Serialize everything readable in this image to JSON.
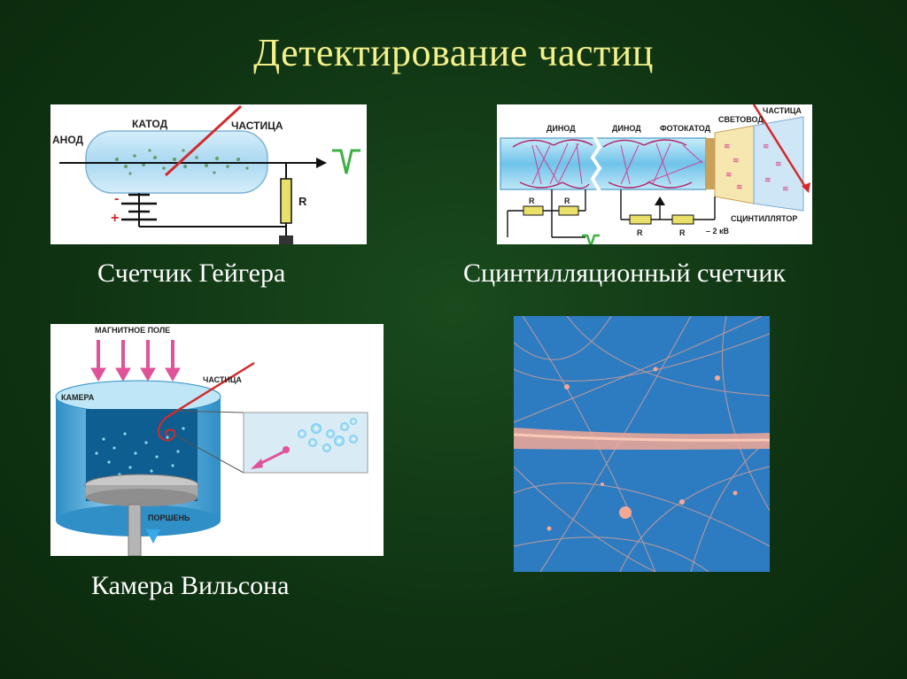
{
  "title": "Детектирование частиц",
  "captions": {
    "geiger": "Счетчик Гейгера",
    "scint": "Сцинтилляционный счетчик",
    "wilson": "Камера Вильсона"
  },
  "geiger_labels": {
    "anode": "АНОД",
    "cathode": "КАТОД",
    "particle": "ЧАСТИЦА",
    "resistor": "R",
    "minus": "-",
    "plus": "+"
  },
  "scint_labels": {
    "dynode1": "ДИНОД",
    "dynode2": "ДИНОД",
    "photocathode": "ФОТОКАТОД",
    "lightguide": "СВЕТОВОД",
    "particle": "ЧАСТИЦА",
    "scintillator": "СЦИНТИЛЛЯТОР",
    "r1": "R",
    "r2": "R",
    "r3": "R",
    "r4": "R",
    "voltage": "– 2 кВ"
  },
  "wilson_labels": {
    "field": "МАГНИТНОЕ ПОЛЕ",
    "particle": "ЧАСТИЦА",
    "camera": "КАМЕРА",
    "piston": "ПОРШЕНЬ"
  },
  "colors": {
    "background": "#0f3312",
    "title": "#f3f08a",
    "caption": "#ffffff",
    "track": "#d22a2a",
    "field_arrow": "#e0529a",
    "bubble_photo_bg": "#2f7fc4",
    "bubble_photo_tracks": "#f2a38c"
  }
}
